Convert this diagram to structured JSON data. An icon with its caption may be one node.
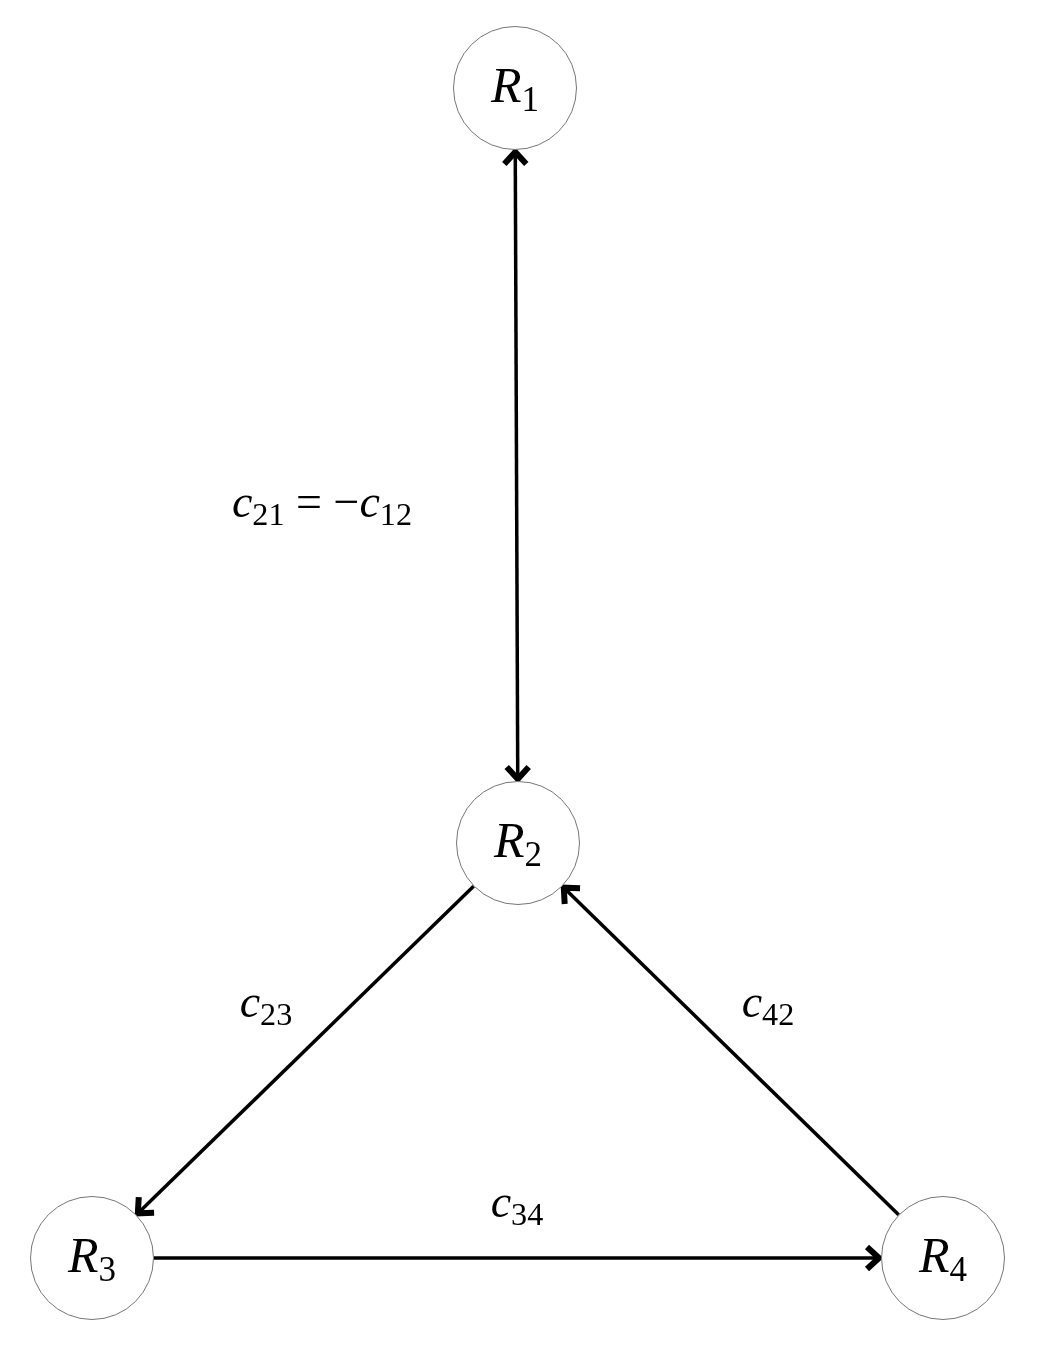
{
  "diagram": {
    "nodes": [
      {
        "text": [
          "*R*$_{1}$"
        ]
      },
      {
        "text": [
          "*R*$_{2}$"
        ]
      },
      {
        "text": [
          "*R*$_{3}$"
        ]
      },
      {
        "text": [
          "*R*$_{4}$"
        ]
      }
    ],
    "edges": [
      {
        "from": 0,
        "to": 1,
        "arrow": "both",
        "label": "*c*$_{21}$ = −*c*$_{12}$"
      },
      {
        "from": 1,
        "to": 2,
        "arrow": "to",
        "label": "*c*$_{23}$"
      },
      {
        "from": 2,
        "to": 3,
        "arrow": "to",
        "label": "*c*$_{34}$"
      },
      {
        "from": 3,
        "to": 1,
        "arrow": "to",
        "label": "*c*$_{42}$"
      }
    ]
  }
}
